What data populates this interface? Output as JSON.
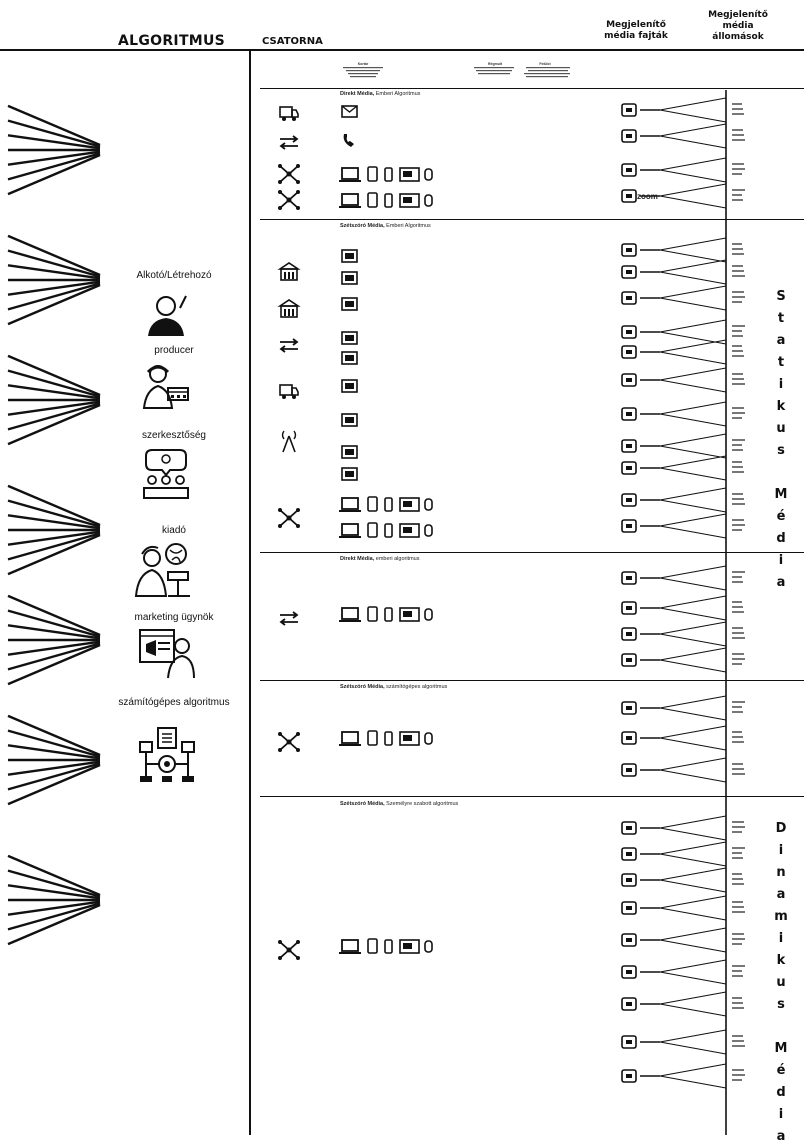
{
  "headers": {
    "algoritmus": "ALGORITMUS",
    "csatorna": "CSATORNA",
    "media_fajtak": "Megjelenítő média fajták",
    "media_allomasok": "Megjelenítő média állomások"
  },
  "legend": {
    "col1": "Kortár",
    "col2": "Régmult",
    "col3": "Felülct"
  },
  "sections": [
    {
      "bold": "Direkt Média,",
      "rest": " Emberi Algoritmus"
    },
    {
      "bold": "Szétszóró Média,",
      "rest": " Emberi Algoritmus"
    },
    {
      "bold": "Direkt Média,",
      "rest": " emberi algoritmus"
    },
    {
      "bold": "Szétszóró Média,",
      "rest": " számítógépes algoritmus"
    },
    {
      "bold": "Szétszóró Média,",
      "rest": " Személyre szabott algoritmus"
    }
  ],
  "actors": [
    {
      "label": "Alkotó/Létrehozó",
      "icon": "artist-icon"
    },
    {
      "label": "producer",
      "icon": "producer-icon"
    },
    {
      "label": "szerkesztőség",
      "icon": "editorial-team-icon"
    },
    {
      "label": "kiadó",
      "icon": "publisher-icon"
    },
    {
      "label": "marketing ügynök",
      "icon": "marketing-agent-icon"
    },
    {
      "label": "számítógépes algoritmus",
      "icon": "computer-algorithm-icon"
    }
  ],
  "zoom_label": "zoom",
  "side_labels": {
    "statikus": [
      "S",
      "t",
      "a",
      "t",
      "i",
      "k",
      "u",
      "s",
      "",
      "M",
      "é",
      "d",
      "i",
      "a"
    ],
    "dinamikus": [
      "D",
      "i",
      "n",
      "a",
      "m",
      "i",
      "k",
      "u",
      "s",
      "",
      "M",
      "é",
      "d",
      "i",
      "a"
    ]
  },
  "colors": {
    "ink": "#111111",
    "background": "#ffffff"
  }
}
